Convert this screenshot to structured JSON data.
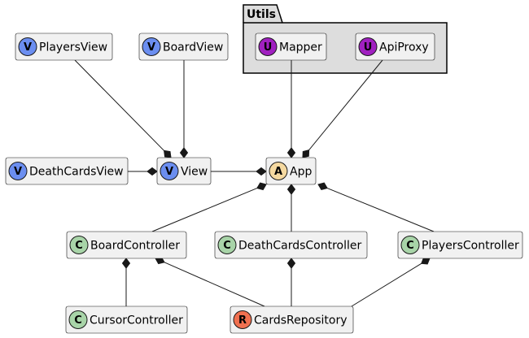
{
  "diagram": {
    "package": {
      "label": "Utils"
    },
    "stereotype_colors": {
      "V": "#6b8ef0",
      "U": "#a020c0",
      "A": "#f5d9a0",
      "C": "#a8d4a8",
      "R": "#f07050"
    },
    "nodes": [
      {
        "id": "playersview",
        "label": "PlayersView",
        "stereo": "V"
      },
      {
        "id": "boardview",
        "label": "BoardView",
        "stereo": "V"
      },
      {
        "id": "mapper",
        "label": "Mapper",
        "stereo": "U"
      },
      {
        "id": "apiproxy",
        "label": "ApiProxy",
        "stereo": "U"
      },
      {
        "id": "deathcardsview",
        "label": "DeathCardsView",
        "stereo": "V"
      },
      {
        "id": "view",
        "label": "View",
        "stereo": "V"
      },
      {
        "id": "app",
        "label": "App",
        "stereo": "A"
      },
      {
        "id": "boardcontroller",
        "label": "BoardController",
        "stereo": "C"
      },
      {
        "id": "deathcardscontroller",
        "label": "DeathCardsController",
        "stereo": "C"
      },
      {
        "id": "playerscontroller",
        "label": "PlayersController",
        "stereo": "C"
      },
      {
        "id": "cursorcontroller",
        "label": "CursorController",
        "stereo": "C"
      },
      {
        "id": "cardsrepository",
        "label": "CardsRepository",
        "stereo": "R"
      }
    ],
    "edges": [
      {
        "from": "playersview",
        "to": "view",
        "type": "composition"
      },
      {
        "from": "boardview",
        "to": "view",
        "type": "composition"
      },
      {
        "from": "deathcardsview",
        "to": "view",
        "type": "composition"
      },
      {
        "from": "view",
        "to": "app",
        "type": "composition"
      },
      {
        "from": "mapper",
        "to": "app",
        "type": "composition"
      },
      {
        "from": "apiproxy",
        "to": "app",
        "type": "composition"
      },
      {
        "from": "boardcontroller",
        "to": "app",
        "type": "composition"
      },
      {
        "from": "deathcardscontroller",
        "to": "app",
        "type": "composition"
      },
      {
        "from": "playerscontroller",
        "to": "app",
        "type": "composition"
      },
      {
        "from": "cursorcontroller",
        "to": "boardcontroller",
        "type": "composition"
      },
      {
        "from": "cardsrepository",
        "to": "boardcontroller",
        "type": "composition"
      },
      {
        "from": "cardsrepository",
        "to": "deathcardscontroller",
        "type": "composition"
      },
      {
        "from": "cardsrepository",
        "to": "playerscontroller",
        "type": "composition"
      }
    ]
  }
}
